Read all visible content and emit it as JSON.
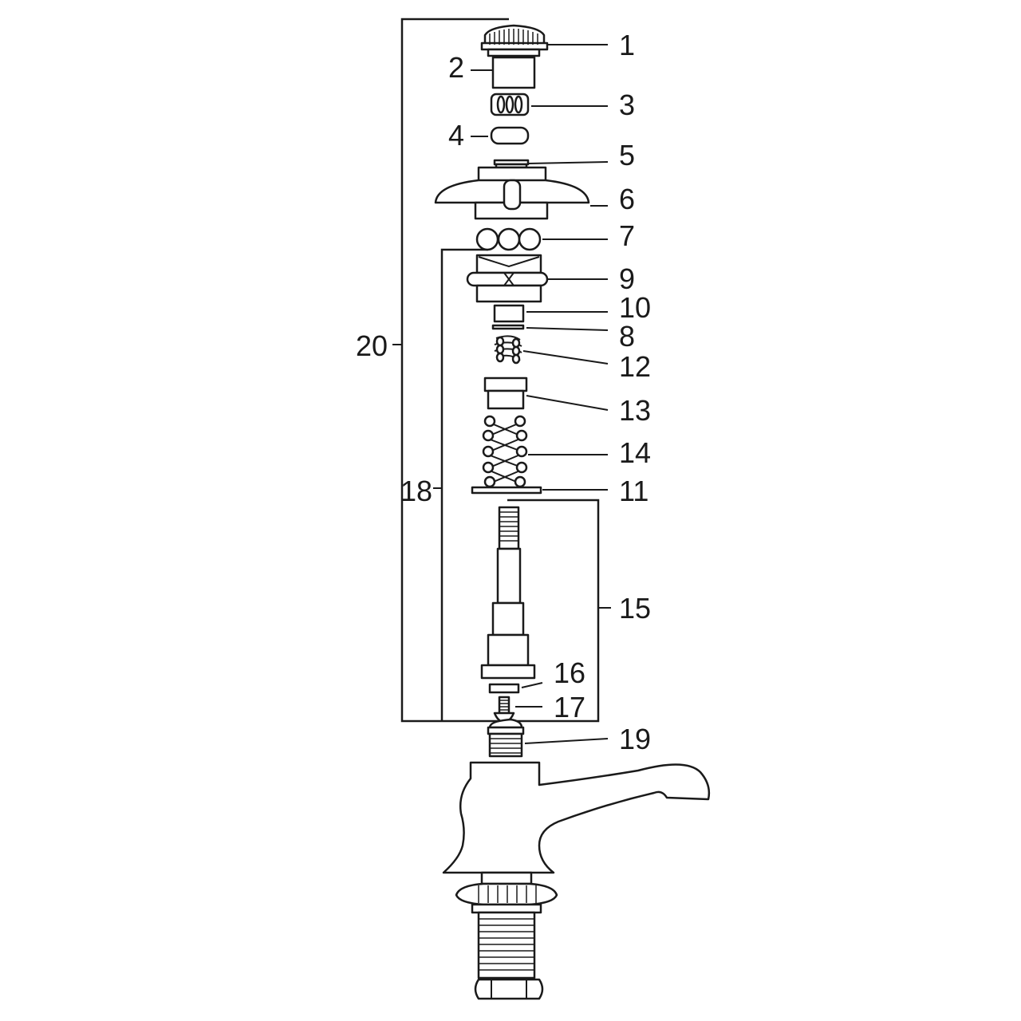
{
  "diagram": {
    "part_labels": [
      "1",
      "2",
      "3",
      "4",
      "5",
      "6",
      "7",
      "9",
      "10",
      "8",
      "12",
      "13",
      "14",
      "11",
      "18",
      "20",
      "15",
      "16",
      "17",
      "19"
    ]
  },
  "colors": {
    "ink": "#1a1a1a",
    "background": "#ffffff"
  }
}
